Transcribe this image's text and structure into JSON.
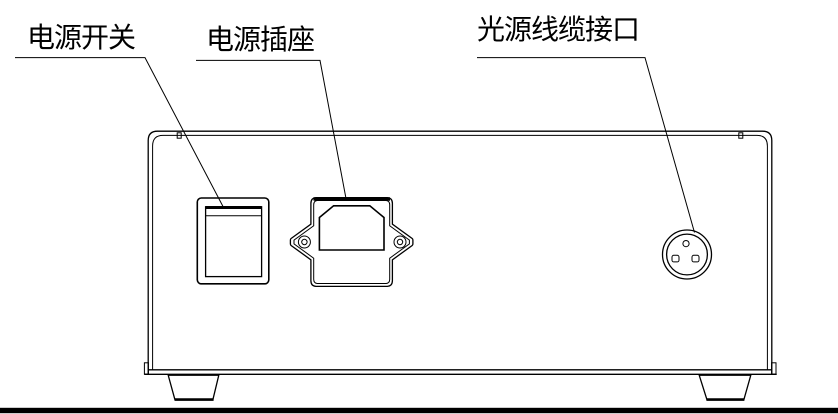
{
  "diagram": {
    "background_color": "#ffffff",
    "line_color": "#000000",
    "callouts": [
      {
        "id": "power-switch",
        "label": "电源开关"
      },
      {
        "id": "power-socket",
        "label": "电源插座"
      },
      {
        "id": "light-source-cable-port",
        "label": "光源线缆接口"
      }
    ]
  }
}
